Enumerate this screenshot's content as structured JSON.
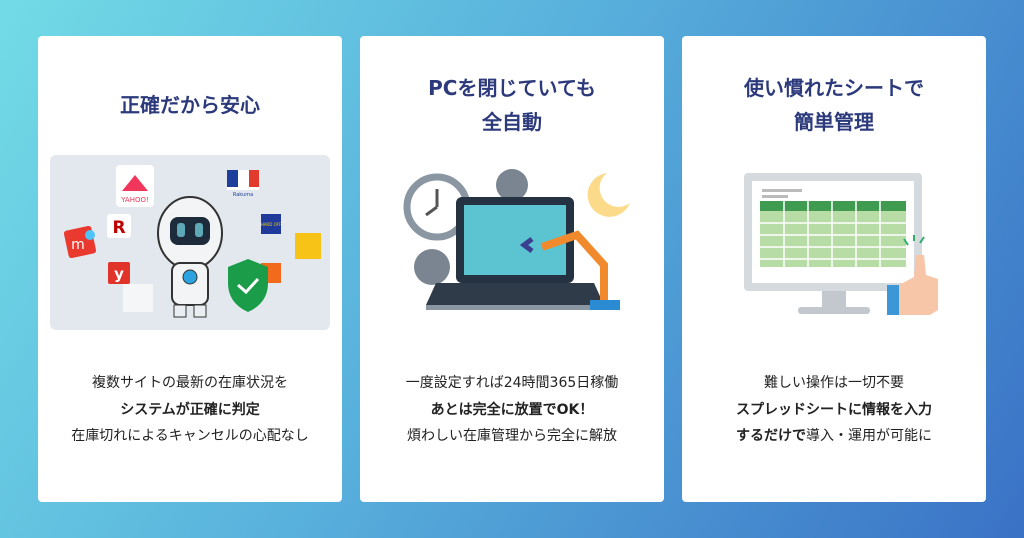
{
  "cards": [
    {
      "title_lines": [
        "正確だから安心"
      ],
      "logos": [
        "YAHOO!",
        "R",
        "m",
        "y",
        "Rakuma",
        "HARD OFF"
      ],
      "lines": [
        {
          "text": "複数サイトの最新の在庫状況を"
        },
        {
          "text": "システムが正確に判定"
        },
        {
          "text": "在庫切れによるキャンセルの心配なし"
        }
      ]
    },
    {
      "title_lines": [
        "PCを閉じていても",
        "全自動"
      ],
      "lines": [
        {
          "text": "一度設定すれば24時間365日稼働"
        },
        {
          "text": "あとは完全に放置でOK！"
        },
        {
          "text": "煩わしい在庫管理から完全に解放"
        }
      ]
    },
    {
      "title_lines": [
        "使い慣れたシートで",
        "簡単管理"
      ],
      "lines": [
        {
          "text": "難しい操作は一切不要"
        },
        {
          "text": "スプレッドシートに情報を入力"
        },
        {
          "bold": "するだけで",
          "rest": "導入・運用が可能に"
        }
      ]
    }
  ],
  "colors": {
    "title": "#2c3a7c",
    "shield": "#1a9c48"
  }
}
